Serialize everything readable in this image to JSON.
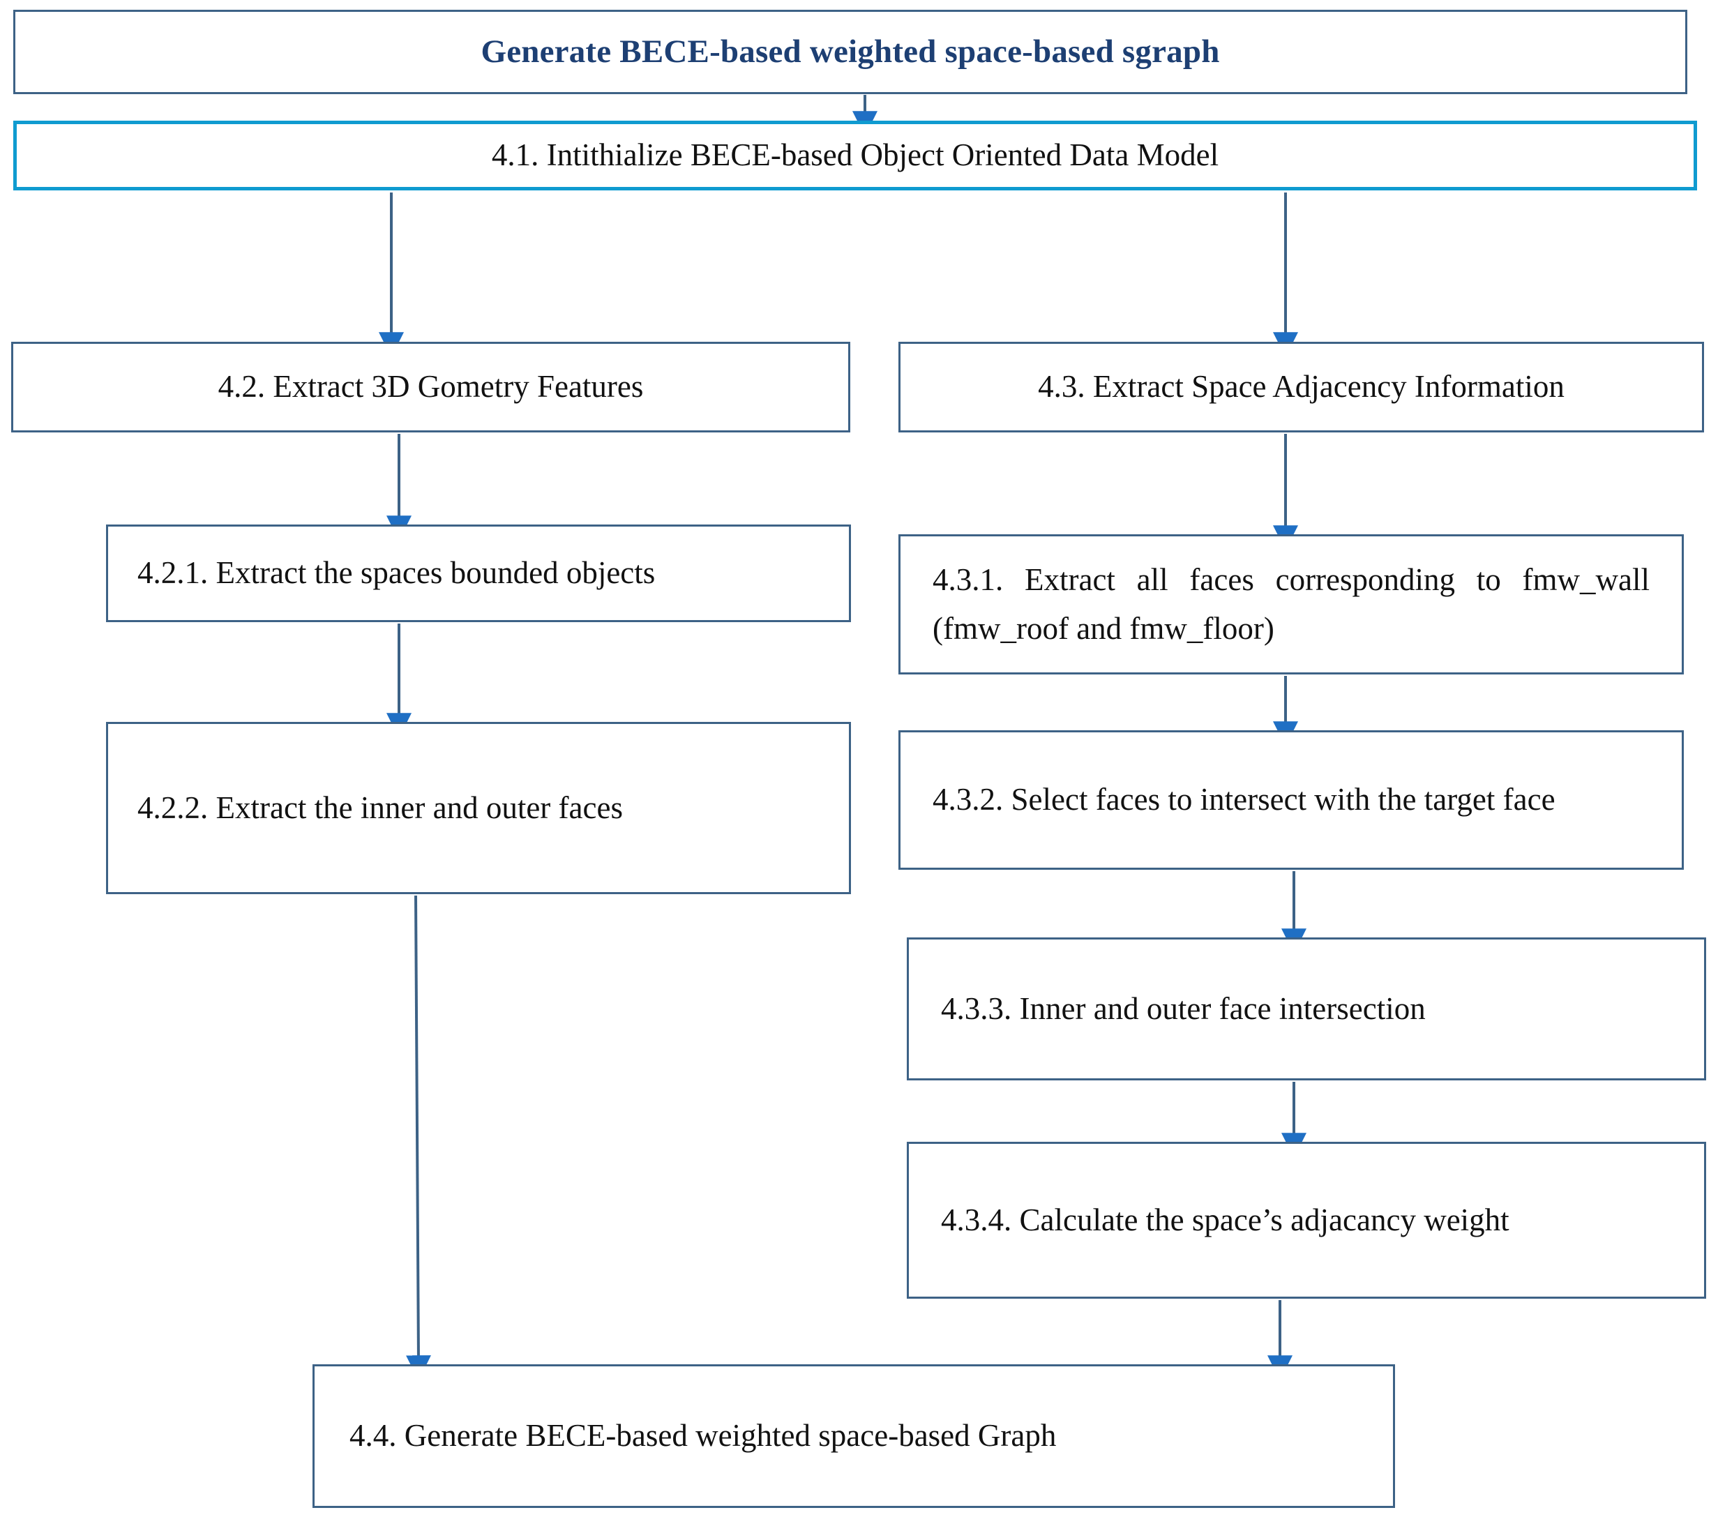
{
  "diagram": {
    "title": "Generate BECE-based weighted space-based sgraph",
    "accent_color": "#0f9bd0",
    "border_color": "#3d6286",
    "title_text_color": "#1d3f73",
    "arrow_color": "#1f6fc4",
    "nodes": {
      "title": "Generate BECE-based weighted space-based sgraph",
      "n41": "4.1. Intithialize BECE-based Object Oriented Data Model",
      "n42": "4.2. Extract 3D Gometry Features",
      "n43": "4.3. Extract Space Adjacency Information",
      "n421": "4.2.1. Extract the spaces bounded objects",
      "n422": "4.2.2. Extract the inner and outer faces",
      "n431": "4.3.1. Extract all faces corresponding to fmw_wall (fmw_roof and fmw_floor)",
      "n432": "4.3.2. Select faces to intersect with the target face",
      "n433": "4.3.3. Inner and outer face intersection",
      "n434": "4.3.4. Calculate the space’s adjacancy weight",
      "n44": "4.4. Generate BECE-based weighted space-based Graph"
    },
    "edges": [
      {
        "name": "title-to-41",
        "from": "title",
        "to": "n41"
      },
      {
        "name": "41-to-42",
        "from": "n41",
        "to": "n42"
      },
      {
        "name": "41-to-43",
        "from": "n41",
        "to": "n43"
      },
      {
        "name": "42-to-421",
        "from": "n42",
        "to": "n421"
      },
      {
        "name": "421-to-422",
        "from": "n421",
        "to": "n422"
      },
      {
        "name": "422-to-44",
        "from": "n422",
        "to": "n44"
      },
      {
        "name": "43-to-431",
        "from": "n43",
        "to": "n431"
      },
      {
        "name": "431-to-432",
        "from": "n431",
        "to": "n432"
      },
      {
        "name": "432-to-433",
        "from": "n432",
        "to": "n433"
      },
      {
        "name": "433-to-434",
        "from": "n433",
        "to": "n434"
      },
      {
        "name": "434-to-44",
        "from": "n434",
        "to": "n44"
      }
    ]
  }
}
